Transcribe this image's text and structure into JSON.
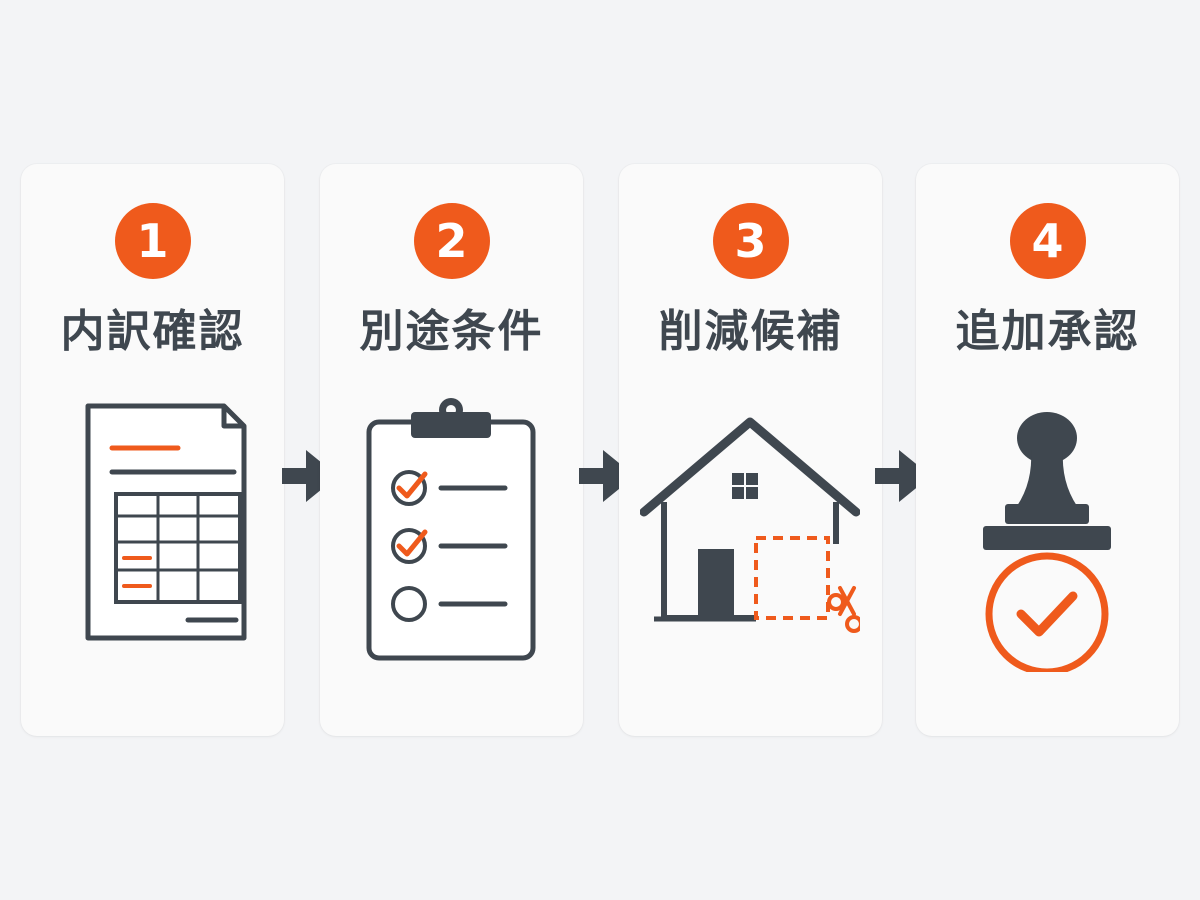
{
  "colors": {
    "accent": "#ef5a1c",
    "dark": "#3f474f",
    "card": "#fafafa",
    "background": "#f3f4f6"
  },
  "steps": [
    {
      "number": "1",
      "label": "内訳確認",
      "icon": "document-table-icon"
    },
    {
      "number": "2",
      "label": "別途条件",
      "icon": "clipboard-checklist-icon"
    },
    {
      "number": "3",
      "label": "削減候補",
      "icon": "house-cut-icon"
    },
    {
      "number": "4",
      "label": "追加承認",
      "icon": "stamp-approval-icon"
    }
  ],
  "connector_icon": "arrow-right-icon"
}
